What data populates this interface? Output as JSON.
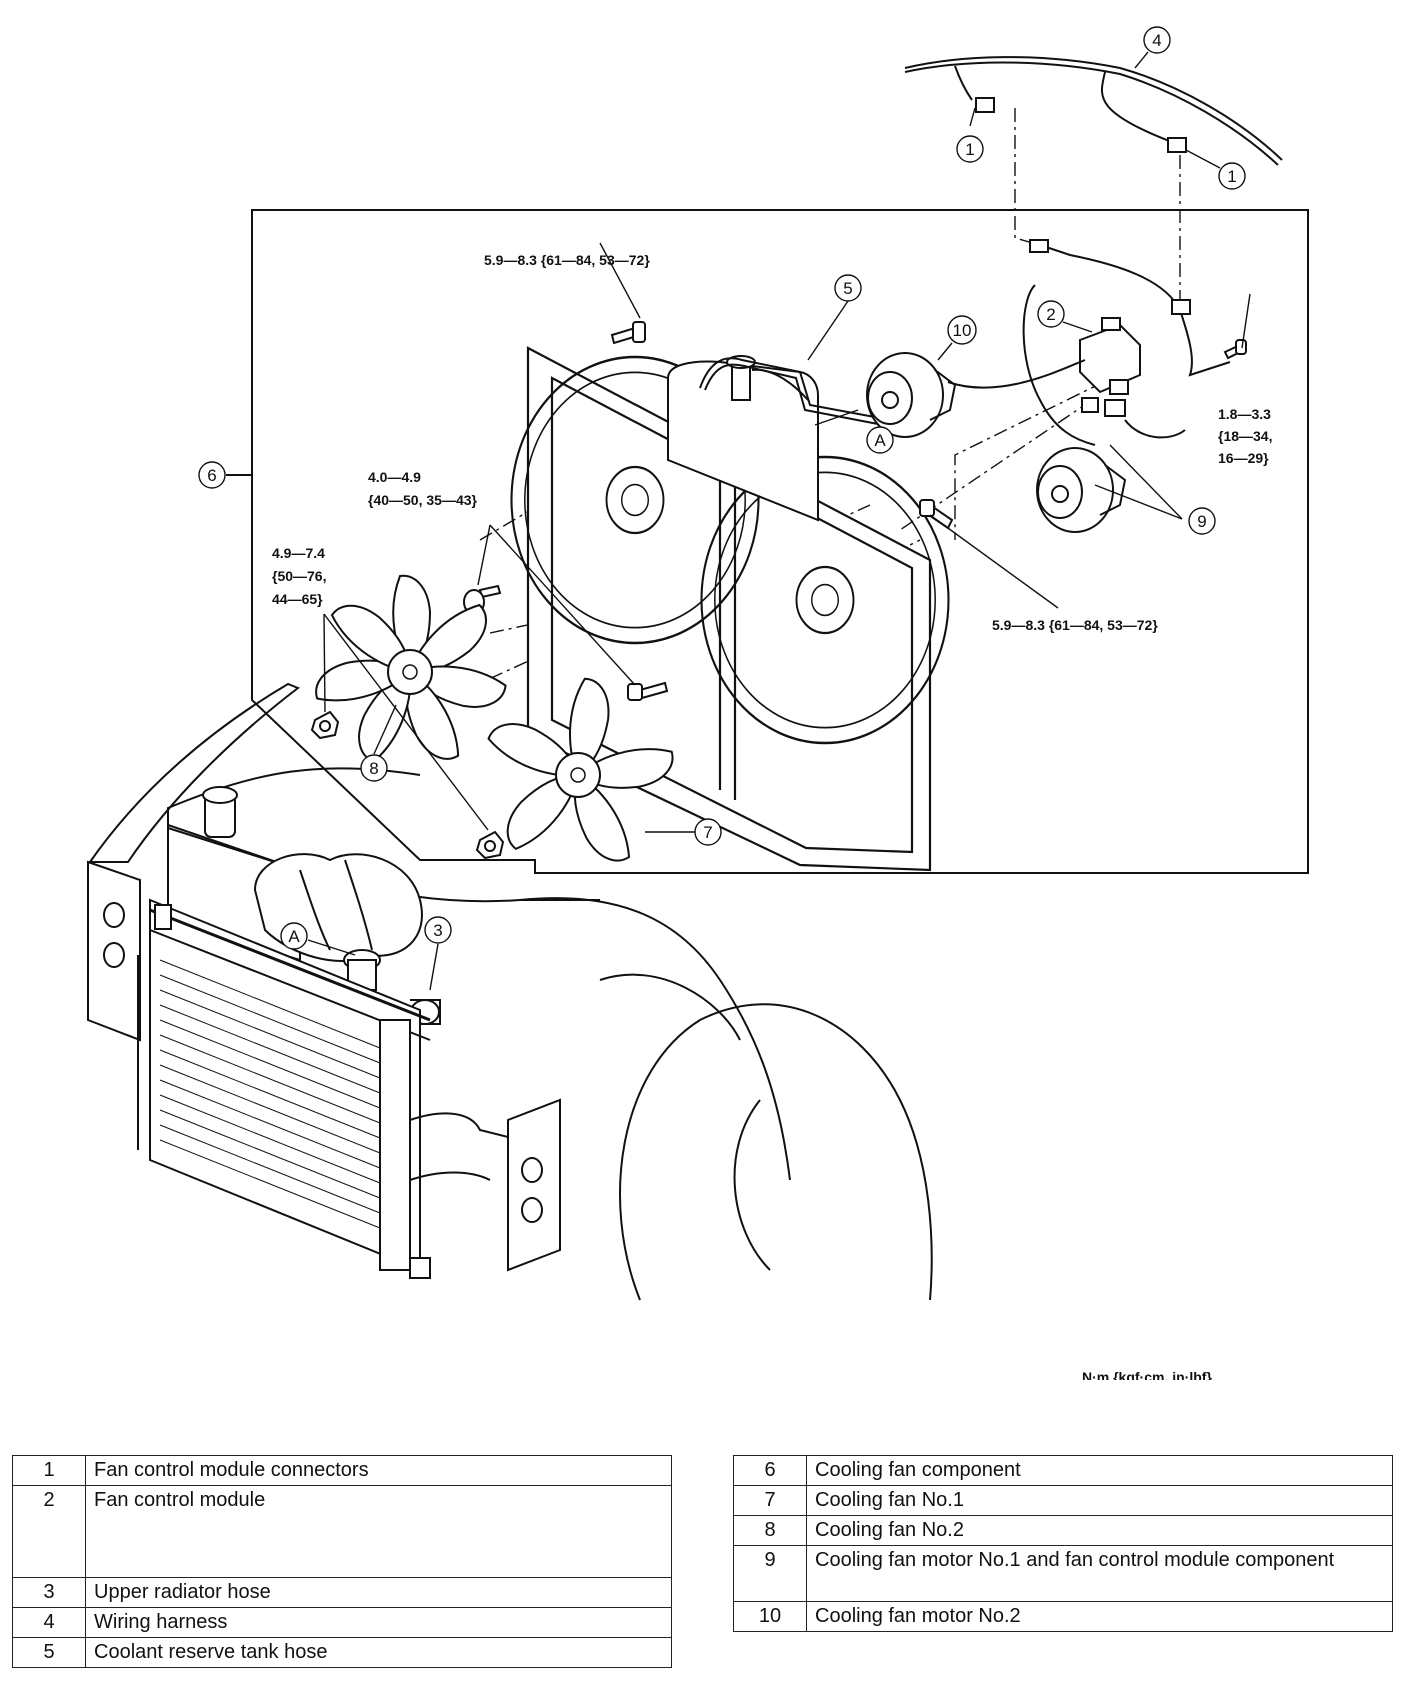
{
  "diagram": {
    "callouts": [
      {
        "id": "c4",
        "text": "4"
      },
      {
        "id": "c1a",
        "text": "1"
      },
      {
        "id": "c1b",
        "text": "1"
      },
      {
        "id": "c5",
        "text": "5"
      },
      {
        "id": "c10",
        "text": "10"
      },
      {
        "id": "c2",
        "text": "2"
      },
      {
        "id": "c6",
        "text": "6"
      },
      {
        "id": "cA1",
        "text": "A"
      },
      {
        "id": "c9",
        "text": "9"
      },
      {
        "id": "c8",
        "text": "8"
      },
      {
        "id": "c7",
        "text": "7"
      },
      {
        "id": "c3",
        "text": "3"
      },
      {
        "id": "cA2",
        "text": "A"
      }
    ],
    "torque_labels": {
      "top_bolt": "5.9—8.3 {61—84, 53—72}",
      "right_bolt": [
        "1.8—3.3",
        "{18—34,",
        "16—29}"
      ],
      "motor_nut": [
        "4.0—4.9",
        "{40—50, 35—43}"
      ],
      "fan_nut": [
        "4.9—7.4",
        "{50—76,",
        "44—65}"
      ],
      "lower_bolt": "5.9—8.3 {61—84, 53—72}"
    },
    "units": "N·m {kgf·cm, in·lbf}"
  },
  "legend_left": [
    {
      "num": "1",
      "text": "Fan control module connectors"
    },
    {
      "num": "2",
      "text": "Fan control module"
    },
    {
      "num": "3",
      "text": "Upper radiator hose"
    },
    {
      "num": "4",
      "text": "Wiring harness"
    },
    {
      "num": "5",
      "text": "Coolant reserve tank hose"
    }
  ],
  "legend_right": [
    {
      "num": "6",
      "text": "Cooling fan component"
    },
    {
      "num": "7",
      "text": "Cooling fan No.1"
    },
    {
      "num": "8",
      "text": "Cooling fan No.2"
    },
    {
      "num": "9",
      "text": "Cooling fan motor No.1 and fan control module component"
    },
    {
      "num": "10",
      "text": "Cooling fan motor No.2"
    }
  ]
}
